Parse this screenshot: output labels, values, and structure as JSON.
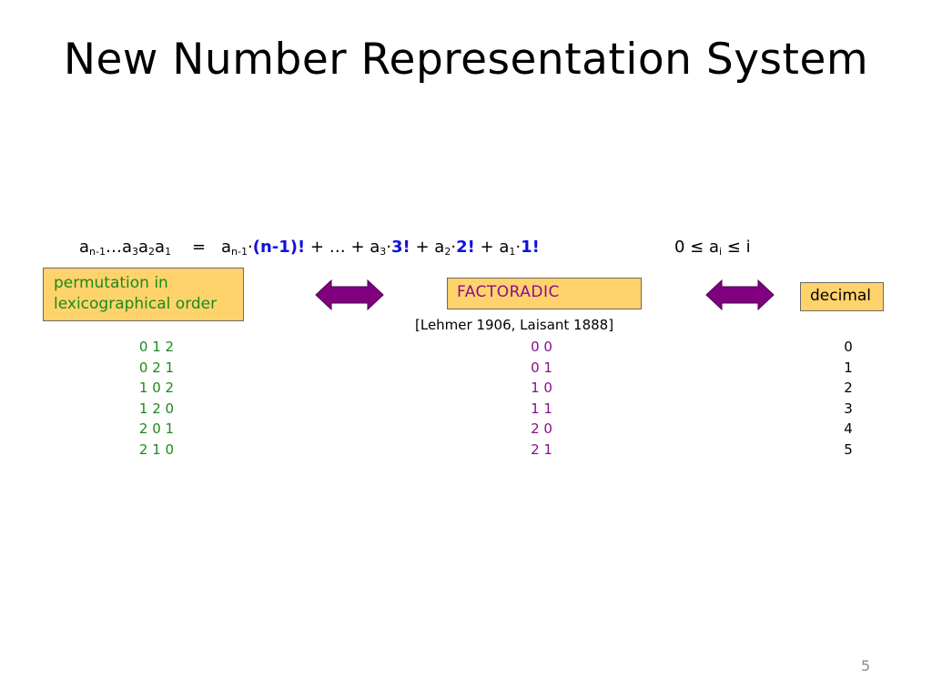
{
  "title": "New Number Representation System",
  "formula": {
    "lhs": {
      "a1": "a",
      "s1": "n-1",
      "dots": "…",
      "a2": "a",
      "s2": "3",
      "a3": "a",
      "s3": "2",
      "a4": "a",
      "s4": "1"
    },
    "eq": "=",
    "terms": {
      "a_n1": "a",
      "s_n1": "n-1",
      "dot1": "·",
      "f_n1": "(n-1)!",
      "plus1": " + … + ",
      "a_3": "a",
      "s_3": "3",
      "dot3": "·",
      "f_3": "3!",
      "plus2": " + ",
      "a_2": "a",
      "s_2": "2",
      "dot2": "·",
      "f_2": "2!",
      "plus3": " + ",
      "a_1": "a",
      "s_1": "1",
      "dot4": "·",
      "f_1": "1!"
    },
    "constraint": {
      "pre": "0 ≤ a",
      "sub": "i",
      "post": " ≤ i"
    }
  },
  "boxes": {
    "permutation_line1": "permutation in",
    "permutation_line2": "lexicographical order",
    "factoradic": "FACTORADIC",
    "decimal": "decimal"
  },
  "citation": "[Lehmer 1906, Laisant 1888]",
  "table": {
    "permutations": [
      "0 1 2",
      "0 2 1",
      "1 0 2",
      "1 2 0",
      "2 0 1",
      "2 1 0"
    ],
    "factoradics": [
      "0 0",
      "0 1",
      "1 0",
      "1 1",
      "2 0",
      "2 1"
    ],
    "decimals": [
      "0",
      "1",
      "2",
      "3",
      "4",
      "5"
    ]
  },
  "colors": {
    "box_fill": "#ffd36b",
    "arrow_fill": "#800080",
    "permutation_text": "#1a8a1a",
    "factoradic_text": "#8b0d8b",
    "highlight": "#1010e0"
  },
  "page_number": "5"
}
